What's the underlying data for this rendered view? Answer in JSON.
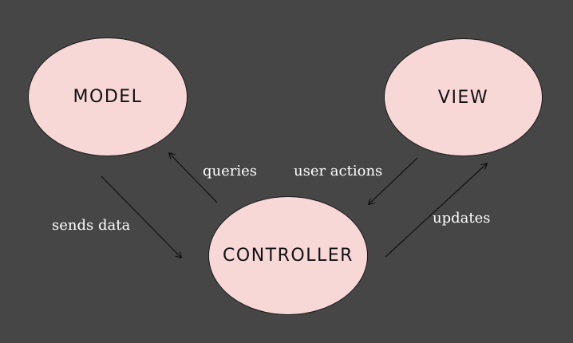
{
  "colors": {
    "background": "#464646",
    "node_fill": "#f8d7d7",
    "node_border": "#1a1a1a",
    "arrow": "#111111",
    "label_text": "#ffffff"
  },
  "nodes": {
    "model": "MODEL",
    "view": "VIEW",
    "controller": "CONTROLLER"
  },
  "edges": {
    "queries": "queries",
    "user_actions": "user actions",
    "sends_data": "sends data",
    "updates": "updates"
  }
}
